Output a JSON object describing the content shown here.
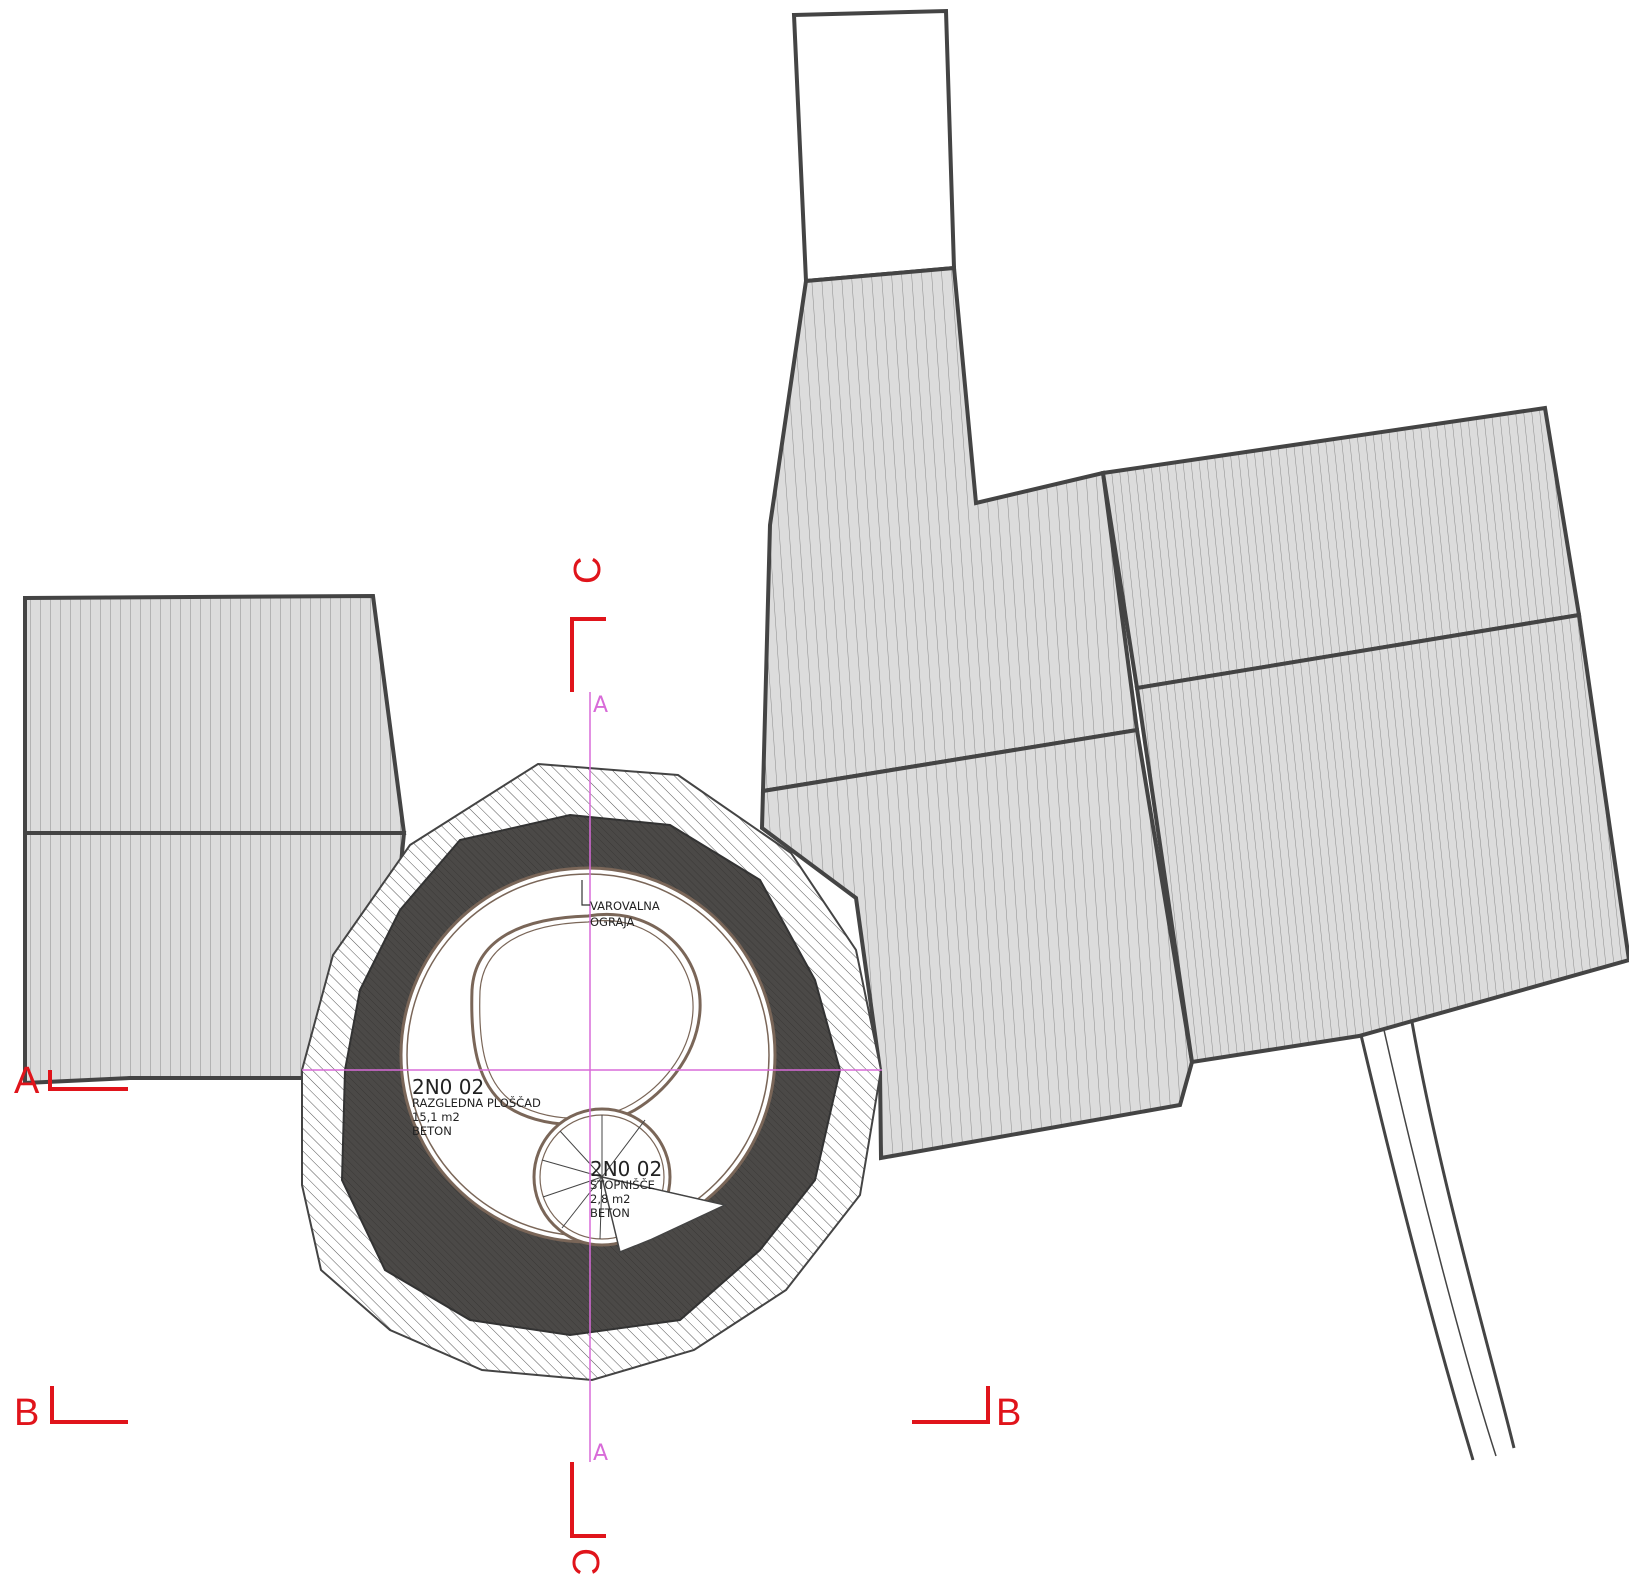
{
  "colors": {
    "section_marker": "#e0141b",
    "axis_line": "#d86bd8",
    "roof_fill": "#dcdcdc",
    "outline": "#444444",
    "dark_ring": "#4b4947"
  },
  "sections": {
    "a_left": "A",
    "b_left": "B",
    "b_right": "B",
    "c_top": "C",
    "c_bottom": "C"
  },
  "axis": {
    "a_top": "A",
    "a_bottom": "A"
  },
  "annotation": {
    "line1": "VAROVALNA",
    "line2": "OGRAJA"
  },
  "rooms": [
    {
      "code": "2N0 02",
      "name": "RAZGLEDNA PLOŠČAD",
      "area": "15,1 m2",
      "material": "BETON"
    },
    {
      "code": "2N0 02",
      "name": "STOPNIŠČE",
      "area": "2,8 m2",
      "material": "BETON"
    }
  ]
}
